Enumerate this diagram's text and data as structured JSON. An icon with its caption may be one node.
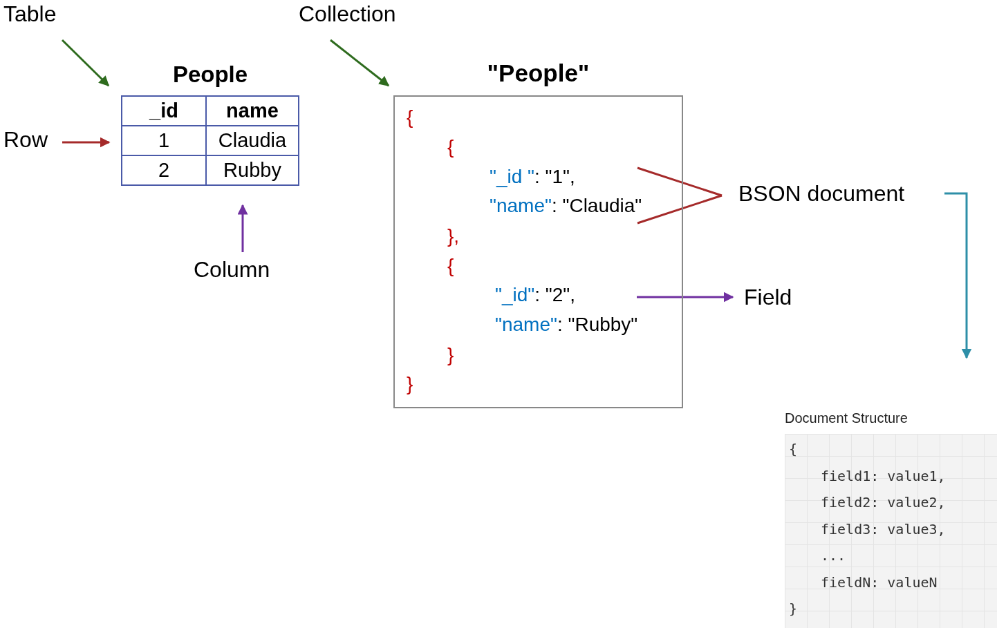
{
  "diagram": {
    "nodes": [
      {
        "text": [
          "Table"
        ]
      },
      {
        "text": [
          "Collection"
        ]
      },
      {
        "text": [
          "People",
          "_id",
          "name",
          "1",
          "Claudia",
          "2",
          "Rubby"
        ]
      },
      {
        "text": [
          "Row"
        ]
      },
      {
        "text": [
          "\"People\"",
          "{",
          "{",
          "\"_id \": \"1\",",
          "\"name\": \"Claudia\"",
          "},",
          "{",
          "\"_id\": \"2\",",
          "\"name\": \"Rubby\"",
          "}",
          "}"
        ]
      },
      {
        "text": [
          "BSON document"
        ]
      },
      {
        "text": [
          "Column"
        ]
      },
      {
        "text": [
          "Field"
        ]
      },
      {
        "text": [
          "Document Structure",
          "{",
          "field1: value1,",
          "field2: value2,",
          "field3: value3,",
          "...",
          "fieldN: valueN",
          "}"
        ]
      }
    ],
    "edges": [
      {
        "from": 0,
        "to": 2,
        "arrow": "to",
        "color": "#2e6b1e"
      },
      {
        "from": 3,
        "to": 2,
        "arrow": "to",
        "color": "#a52a2a"
      },
      {
        "from": 6,
        "to": 2,
        "arrow": "to",
        "color": "#7030a0"
      },
      {
        "from": 1,
        "to": 4,
        "arrow": "to",
        "color": "#2e6b1e"
      },
      {
        "from": 4,
        "to": 5,
        "arrow": "none",
        "color": "#a52a2a"
      },
      {
        "from": 4,
        "to": 7,
        "arrow": "to",
        "color": "#7030a0"
      },
      {
        "from": 5,
        "to": 8,
        "arrow": "to",
        "color": "#2e8fa8"
      }
    ]
  }
}
